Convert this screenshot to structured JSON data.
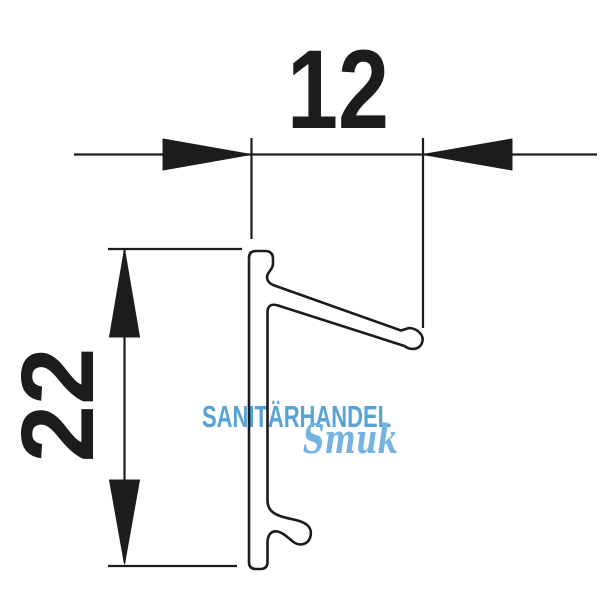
{
  "drawing": {
    "dimensions": {
      "width": {
        "value": "12",
        "orientation": "horizontal"
      },
      "height": {
        "value": "22",
        "orientation": "vertical"
      }
    }
  },
  "watermark": {
    "brand": "SANITÄRHANDEL",
    "script": "Smuk"
  },
  "colors": {
    "ink": "#1c1c1c",
    "watermark_brand": "#57a3d8",
    "watermark_script": "#74b2df",
    "background": "#ffffff"
  }
}
